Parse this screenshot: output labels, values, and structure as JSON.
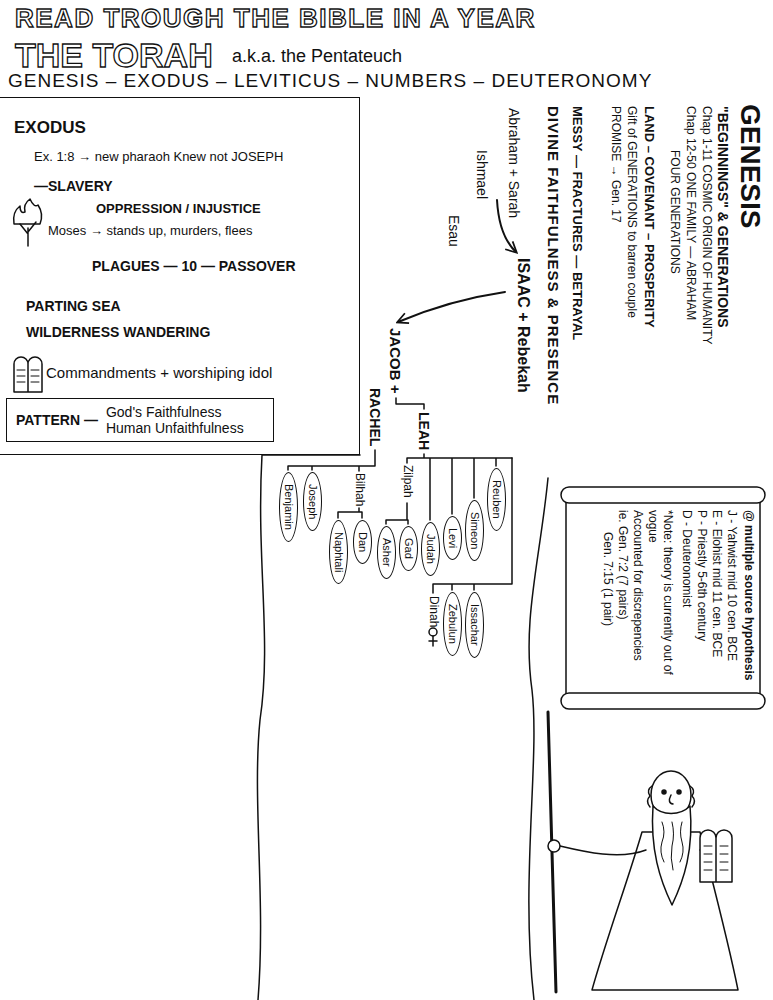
{
  "diagram": {
    "title": "READ TROUGH THE BIBLE IN A YEAR",
    "nodes": [
      {
        "text": [
          "EXODUS",
          "Ex. 1:8 → new pharaoh Knew not JOSEPH",
          "—SLAVERY",
          "OPPRESSION / INJUSTICE",
          "Moses → stands up, murders, flees",
          "PLAGUES — 10 — PASSOVER",
          "PARTING SEA",
          "WILDERNESS WANDERING",
          "Commandments + worshiping idol"
        ]
      },
      {
        "text": [
          "PATTERN —",
          "God's Faithfulness Human Unfaithfulness"
        ],
        "in": 0
      },
      {
        "text": [
          "@ multiple source hypothesis",
          "J - Yahwist mid 10 cen. BCE",
          "E - Elohist mid 11 cen. BCE",
          "P - Priestly 5-6th century",
          "D - Deuteronomist",
          "*Note: theory is currently out of vogue",
          "Accounted for discrepencies",
          "ie. Gen. 7:2 (7 pairs)",
          "Gen. 7:15 (1 pair)"
        ]
      },
      {
        "text": [
          "Reuben"
        ]
      },
      {
        "text": [
          "Simeon"
        ]
      },
      {
        "text": [
          "Levi"
        ]
      },
      {
        "text": [
          "Judah"
        ]
      },
      {
        "text": [
          "Gad"
        ]
      },
      {
        "text": [
          "Asher"
        ]
      },
      {
        "text": [
          "Issachar"
        ]
      },
      {
        "text": [
          "Zebulun"
        ]
      },
      {
        "text": [
          "Joseph"
        ]
      },
      {
        "text": [
          "Benjamin"
        ]
      },
      {
        "text": [
          "Dan"
        ]
      },
      {
        "text": [
          "Naphtali"
        ]
      }
    ],
    "labels": [
      "THE TORAH",
      "a.k.a. the Pentateuch",
      "GENESIS – EXODUS – LEVITICUS – NUMBERS – DEUTERONOMY",
      "GENESIS",
      "\"BEGINNINGS\" & GENERATIONS",
      "Chap 1-11 COSMIC ORIGIN OF HUMANITY",
      "Chap 12-50 ONE FAMILY — ABRAHAM",
      "FOUR GENERATIONS",
      "LAND – COVENANT – PROSPERITY",
      "Gift of GENERATIONS to barren couple",
      "PROMISE → Gen. 17",
      "MESSY — FRACTURES — BETRAYAL",
      "DIVINE FAITHFULNESS & PRESENCE",
      "Abraham + Sarah",
      "Ishmael",
      "ISAAC + Rebekah",
      "Esau",
      "JACOB +",
      "LEAH",
      "Zilpah",
      "RACHEL",
      "Bilhah",
      "Dinah"
    ]
  }
}
